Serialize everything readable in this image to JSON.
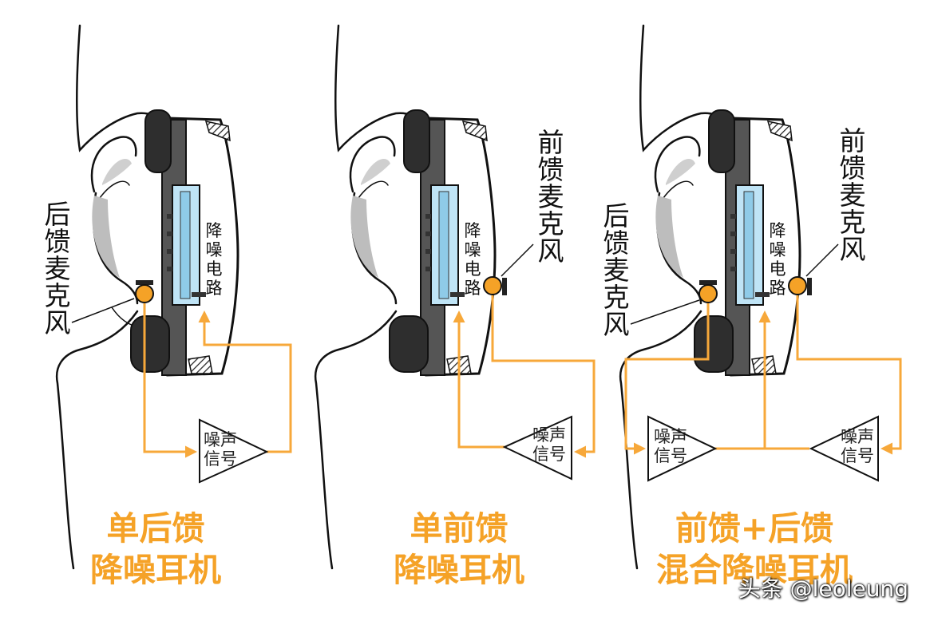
{
  "colors": {
    "accent": "#f5a227",
    "signal_line": "#f7a83a",
    "driver_blue": "#bfe4f6",
    "cushion": "#2e2e2e",
    "housing": "#5a5a5a"
  },
  "panels": [
    {
      "caption_line1": "单后馈",
      "caption_line2": "降噪耳机",
      "feedback_mic_label": [
        "后",
        "馈",
        "麦",
        "克",
        "风"
      ],
      "circuit_label": [
        "降",
        "噪",
        "电",
        "路"
      ],
      "processor_label": [
        "噪声",
        "信号"
      ]
    },
    {
      "caption_line1": "单前馈",
      "caption_line2": "降噪耳机",
      "feedforward_mic_label": [
        "前",
        "馈",
        "麦",
        "克",
        "风"
      ],
      "circuit_label": [
        "降",
        "噪",
        "电",
        "路"
      ],
      "processor_label": [
        "噪声",
        "信号"
      ]
    },
    {
      "caption_line1": "前馈+后馈",
      "caption_line2": "混合降噪耳机",
      "feedback_mic_label": [
        "后",
        "馈",
        "麦",
        "克",
        "风"
      ],
      "feedforward_mic_label": [
        "前",
        "馈",
        "麦",
        "克",
        "风"
      ],
      "circuit_label": [
        "降",
        "噪",
        "电",
        "路"
      ],
      "processor_left_label": [
        "噪声",
        "信号"
      ],
      "processor_right_label": [
        "噪声",
        "信号"
      ]
    }
  ],
  "watermark": "头条 @leoleung"
}
